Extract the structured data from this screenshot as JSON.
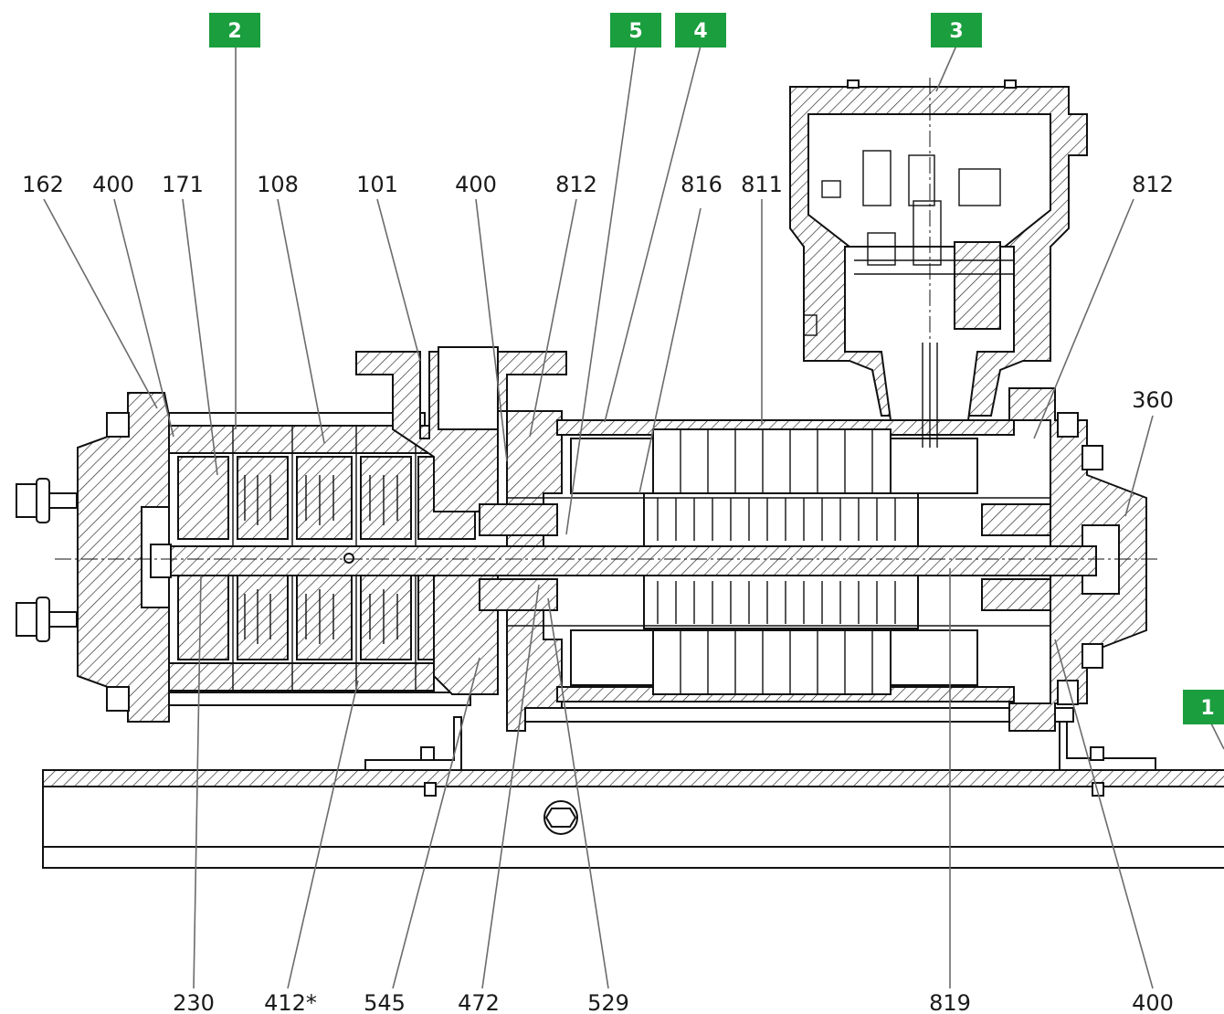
{
  "accent_color": "#1b9e3e",
  "badges": [
    "2",
    "5",
    "4",
    "3",
    "1"
  ],
  "labels": {
    "l162": "162",
    "l400a": "400",
    "l171": "171",
    "l108": "108",
    "l101": "101",
    "l400b": "400",
    "l812a": "812",
    "l816": "816",
    "l811": "811",
    "l812b": "812",
    "l360": "360",
    "l230": "230",
    "l412": "412*",
    "l545": "545",
    "l472": "472",
    "l529": "529",
    "l819": "819",
    "l400c": "400"
  }
}
